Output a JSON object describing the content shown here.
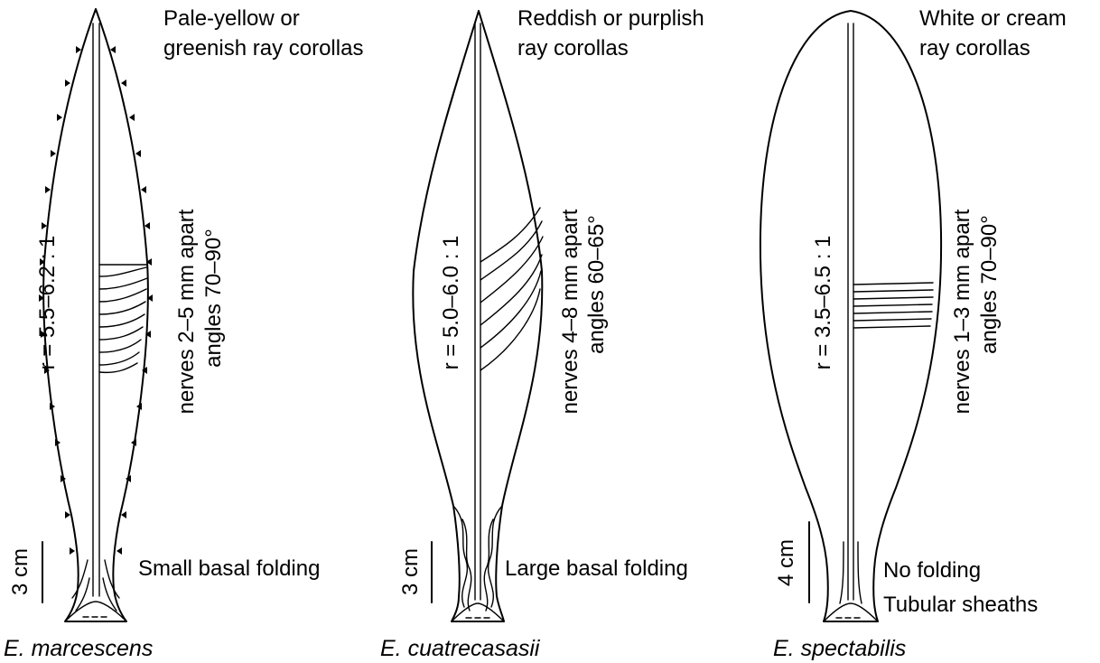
{
  "panels": [
    {
      "species": "E. marcescens",
      "corolla_line1": "Pale-yellow or",
      "corolla_line2": "greenish ray corollas",
      "ratio": "r = 5.5–6.2 : 1",
      "nerves": "nerves 2–5 mm apart",
      "angles": "angles  70–90°",
      "folding": "Small basal folding",
      "scale": "3 cm"
    },
    {
      "species": "E. cuatrecasasii",
      "corolla_line1": "Reddish or purplish",
      "corolla_line2": "ray corollas",
      "ratio": "r = 5.0–6.0 : 1",
      "nerves": "nerves 4–8 mm apart",
      "angles": "angles 60–65°",
      "folding": "Large basal folding",
      "scale": "3 cm"
    },
    {
      "species": "E. spectabilis",
      "corolla_line1": "White or cream",
      "corolla_line2": "ray corollas",
      "ratio": "r = 3.5–6.5 : 1",
      "nerves": "nerves 1–3 mm apart",
      "angles": "angles 70–90°",
      "folding": "No  folding",
      "sheath": "Tubular sheaths",
      "scale": "4 cm"
    }
  ]
}
